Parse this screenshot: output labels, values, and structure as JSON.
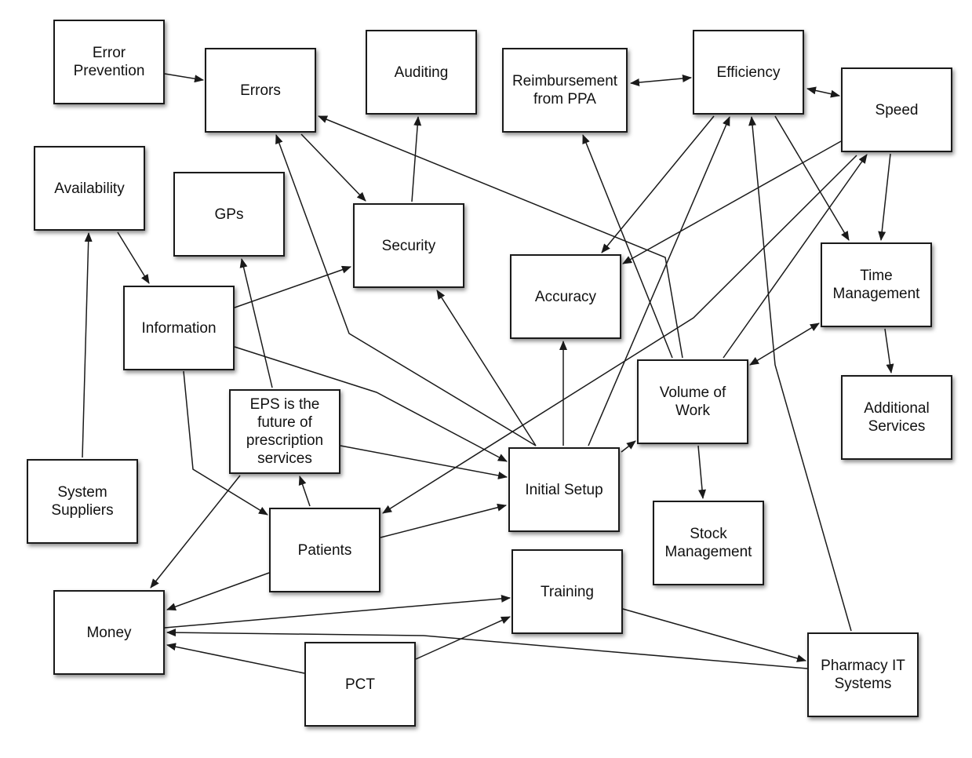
{
  "diagram": {
    "nodes": [
      {
        "id": "error_prevention",
        "label": "Error\nPrevention"
      },
      {
        "id": "errors",
        "label": "Errors"
      },
      {
        "id": "auditing",
        "label": "Auditing"
      },
      {
        "id": "reimbursement",
        "label": "Reimbursement\nfrom PPA"
      },
      {
        "id": "efficiency",
        "label": "Efficiency"
      },
      {
        "id": "speed",
        "label": "Speed"
      },
      {
        "id": "availability",
        "label": "Availability"
      },
      {
        "id": "gps",
        "label": "GPs"
      },
      {
        "id": "security",
        "label": "Security"
      },
      {
        "id": "accuracy",
        "label": "Accuracy"
      },
      {
        "id": "time_management",
        "label": "Time\nManagement"
      },
      {
        "id": "information",
        "label": "Information"
      },
      {
        "id": "eps_future",
        "label": "EPS is the\nfuture of\nprescription\nservices"
      },
      {
        "id": "volume_of_work",
        "label": "Volume of\nWork"
      },
      {
        "id": "initial_setup",
        "label": "Initial Setup"
      },
      {
        "id": "additional_services",
        "label": "Additional\nServices"
      },
      {
        "id": "system_suppliers",
        "label": "System\nSuppliers"
      },
      {
        "id": "patients",
        "label": "Patients"
      },
      {
        "id": "stock_management",
        "label": "Stock\nManagement"
      },
      {
        "id": "money",
        "label": "Money"
      },
      {
        "id": "training",
        "label": "Training"
      },
      {
        "id": "pct",
        "label": "PCT"
      },
      {
        "id": "pharmacy_it",
        "label": "Pharmacy IT\nSystems"
      }
    ],
    "edges": [
      {
        "from": "error_prevention",
        "to": "errors",
        "direction": "forward"
      },
      {
        "from": "errors",
        "to": "security",
        "direction": "forward"
      },
      {
        "from": "security",
        "to": "auditing",
        "direction": "forward"
      },
      {
        "from": "reimbursement",
        "to": "efficiency",
        "direction": "both"
      },
      {
        "from": "efficiency",
        "to": "speed",
        "direction": "both"
      },
      {
        "from": "availability",
        "to": "information",
        "direction": "forward"
      },
      {
        "from": "system_suppliers",
        "to": "availability",
        "direction": "forward"
      },
      {
        "from": "information",
        "to": "security",
        "direction": "forward"
      },
      {
        "from": "information",
        "to": "initial_setup",
        "direction": "forward"
      },
      {
        "from": "information",
        "to": "patients",
        "direction": "forward"
      },
      {
        "from": "eps_future",
        "to": "gps",
        "direction": "forward"
      },
      {
        "from": "eps_future",
        "to": "initial_setup",
        "direction": "forward"
      },
      {
        "from": "eps_future",
        "to": "money",
        "direction": "forward"
      },
      {
        "from": "patients",
        "to": "eps_future",
        "direction": "forward"
      },
      {
        "from": "patients",
        "to": "initial_setup",
        "direction": "forward"
      },
      {
        "from": "patients",
        "to": "money",
        "direction": "forward"
      },
      {
        "from": "initial_setup",
        "to": "errors",
        "direction": "forward"
      },
      {
        "from": "initial_setup",
        "to": "security",
        "direction": "forward"
      },
      {
        "from": "initial_setup",
        "to": "accuracy",
        "direction": "forward"
      },
      {
        "from": "initial_setup",
        "to": "efficiency",
        "direction": "forward"
      },
      {
        "from": "initial_setup",
        "to": "volume_of_work",
        "direction": "forward"
      },
      {
        "from": "volume_of_work",
        "to": "errors",
        "direction": "forward"
      },
      {
        "from": "volume_of_work",
        "to": "reimbursement",
        "direction": "forward"
      },
      {
        "from": "volume_of_work",
        "to": "speed",
        "direction": "forward"
      },
      {
        "from": "volume_of_work",
        "to": "stock_management",
        "direction": "forward"
      },
      {
        "from": "volume_of_work",
        "to": "time_management",
        "direction": "both"
      },
      {
        "from": "efficiency",
        "to": "accuracy",
        "direction": "forward"
      },
      {
        "from": "efficiency",
        "to": "time_management",
        "direction": "forward"
      },
      {
        "from": "speed",
        "to": "accuracy",
        "direction": "forward"
      },
      {
        "from": "speed",
        "to": "time_management",
        "direction": "forward"
      },
      {
        "from": "speed",
        "to": "patients",
        "direction": "forward"
      },
      {
        "from": "time_management",
        "to": "additional_services",
        "direction": "forward"
      },
      {
        "from": "pct",
        "to": "money",
        "direction": "forward"
      },
      {
        "from": "pct",
        "to": "training",
        "direction": "forward"
      },
      {
        "from": "money",
        "to": "training",
        "direction": "forward"
      },
      {
        "from": "training",
        "to": "pharmacy_it",
        "direction": "forward"
      },
      {
        "from": "pharmacy_it",
        "to": "money",
        "direction": "forward"
      },
      {
        "from": "pharmacy_it",
        "to": "efficiency",
        "direction": "forward"
      }
    ]
  }
}
